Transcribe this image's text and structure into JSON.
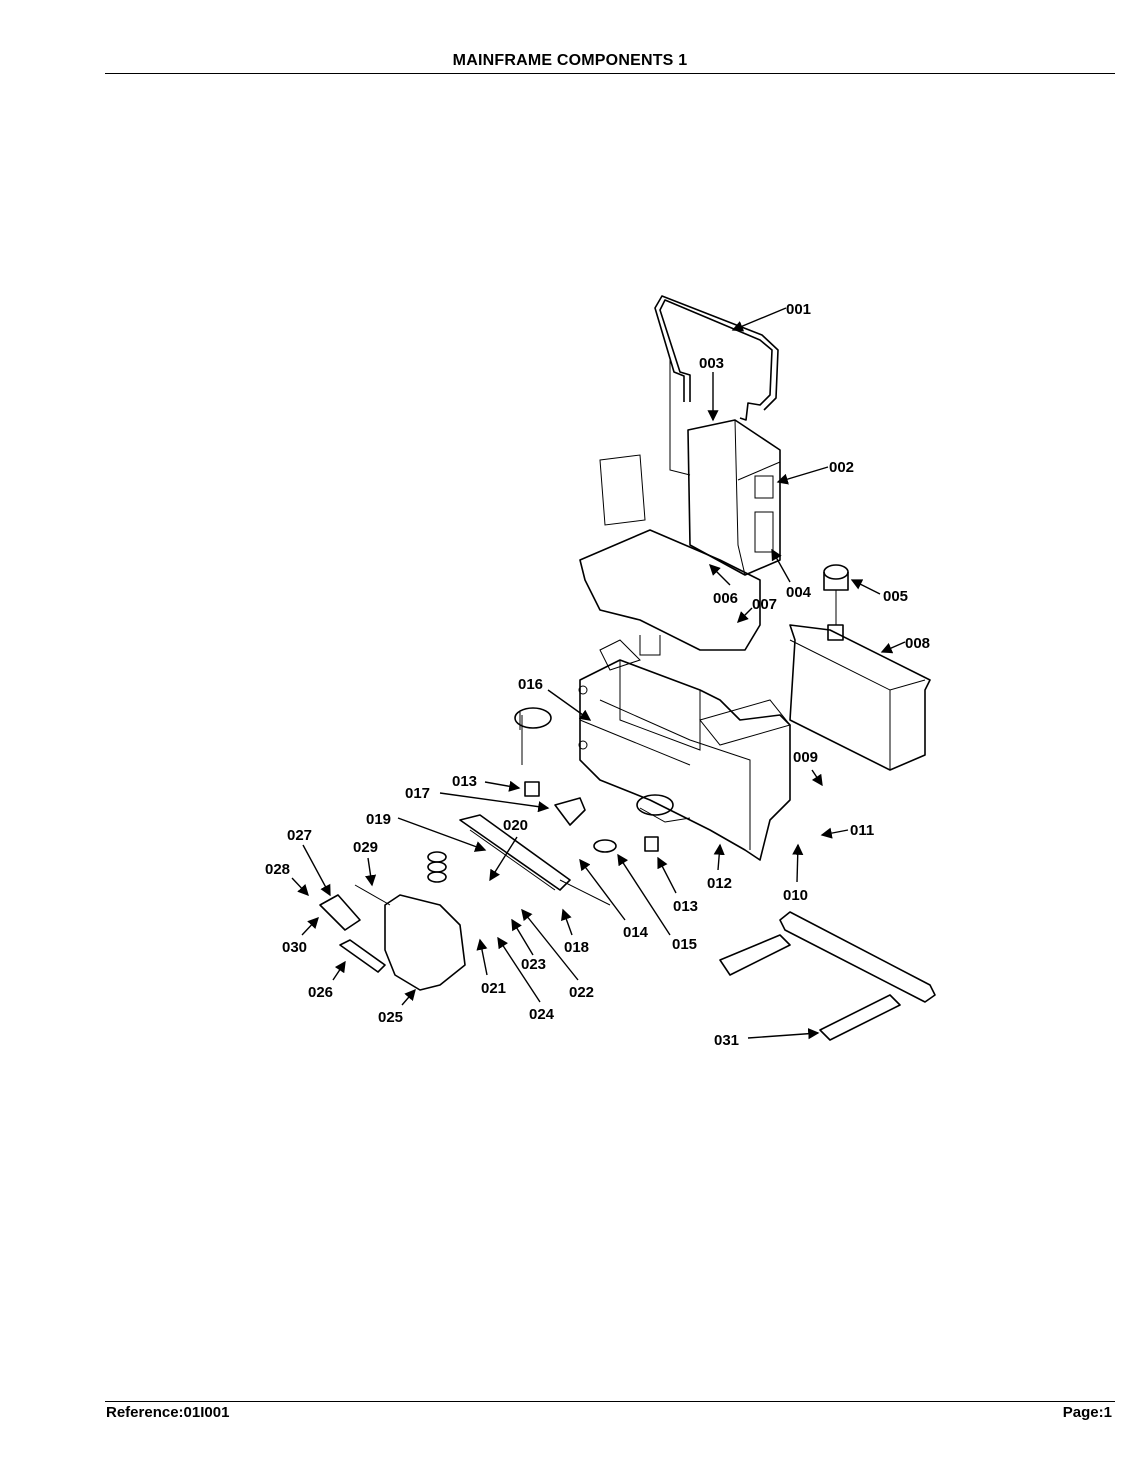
{
  "header": {
    "title": "MAINFRAME COMPONENTS 1"
  },
  "footer": {
    "reference": "Reference:01I001",
    "page": "Page:1"
  },
  "callouts": [
    "001",
    "003",
    "002",
    "006",
    "004",
    "007",
    "005",
    "008",
    "016",
    "009",
    "013",
    "017",
    "011",
    "019",
    "020",
    "027",
    "029",
    "012",
    "010",
    "028",
    "013",
    "014",
    "015",
    "018",
    "030",
    "023",
    "022",
    "021",
    "026",
    "024",
    "025",
    "031"
  ]
}
